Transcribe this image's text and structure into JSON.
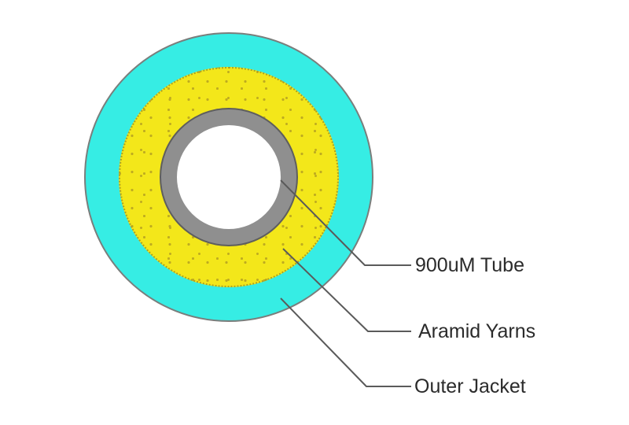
{
  "diagram": {
    "labels": [
      {
        "id": "tube",
        "text": "900uM Tube"
      },
      {
        "id": "aramid",
        "text": "Aramid Yarns"
      },
      {
        "id": "jacket",
        "text": "Outer Jacket"
      }
    ],
    "colors": {
      "outer_jacket": "#36ede4",
      "aramid_yarns": "#f3e71a",
      "dot": "#bfac20",
      "dot_border": "#ada023",
      "tube_gray": "#8f8f8f",
      "tube_outline": "#5e5e5e",
      "core_white": "#ffffff",
      "outline": "#7a7e7c",
      "leader_line": "#5a5a5a",
      "label_text": "#2b2b2b"
    }
  }
}
